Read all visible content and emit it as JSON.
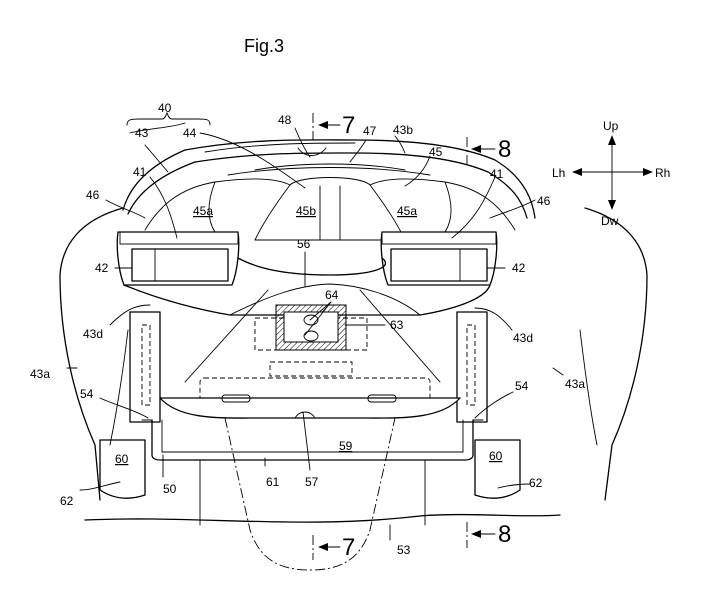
{
  "figure": {
    "title": "Fig.3",
    "directions": {
      "up": "Up",
      "down": "Dw",
      "left": "Lh",
      "right": "Rh"
    },
    "section_marks": {
      "seven": "7",
      "eight": "8"
    },
    "labels": {
      "l40": "40",
      "l43": "43",
      "l44": "44",
      "l48": "48",
      "l47": "47",
      "l43b": "43b",
      "l45": "45",
      "l41_left": "41",
      "l41_right": "41",
      "l46_left": "46",
      "l46_right": "46",
      "l45a_left": "45a",
      "l45b": "45b",
      "l45a_right": "45a",
      "l56": "56",
      "l42_left": "42",
      "l42_right": "42",
      "l64": "64",
      "l63": "63",
      "l43d_left": "43d",
      "l43d_right": "43d",
      "l43a_left": "43a",
      "l43a_right": "43a",
      "l54_left": "54",
      "l54_right": "54",
      "l59": "59",
      "l60_left": "60",
      "l60_right": "60",
      "l61": "61",
      "l57": "57",
      "l50": "50",
      "l62_left": "62",
      "l62_right": "62",
      "l53": "53"
    }
  }
}
